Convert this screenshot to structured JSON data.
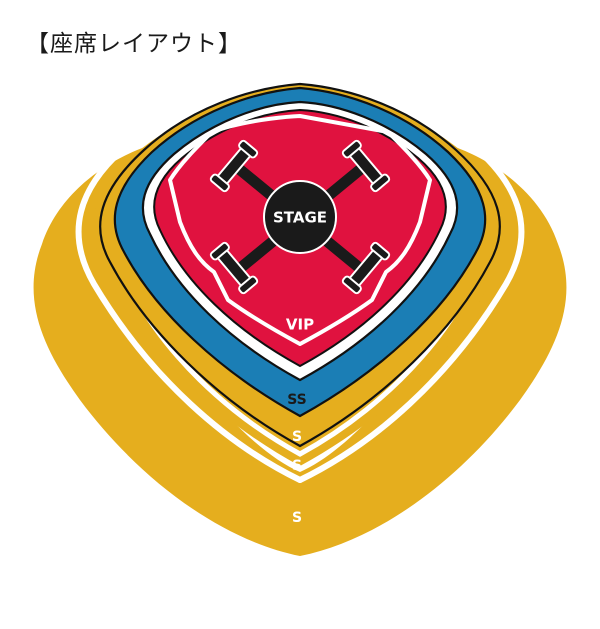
{
  "title": "【座席レイアウト】",
  "colors": {
    "s_zone": "#E5AE1E",
    "ss_zone": "#1B7EB5",
    "vip_zone": "#E0123F",
    "stage": "#1A1A1A",
    "outline": "#111111",
    "white": "#FFFFFF"
  },
  "zones": {
    "stage_label": "STAGE",
    "vip_label": "VIP",
    "ss_label": "SS",
    "s_inner_label": "S",
    "s_middle_label": "S",
    "s_outer_label": "S"
  }
}
